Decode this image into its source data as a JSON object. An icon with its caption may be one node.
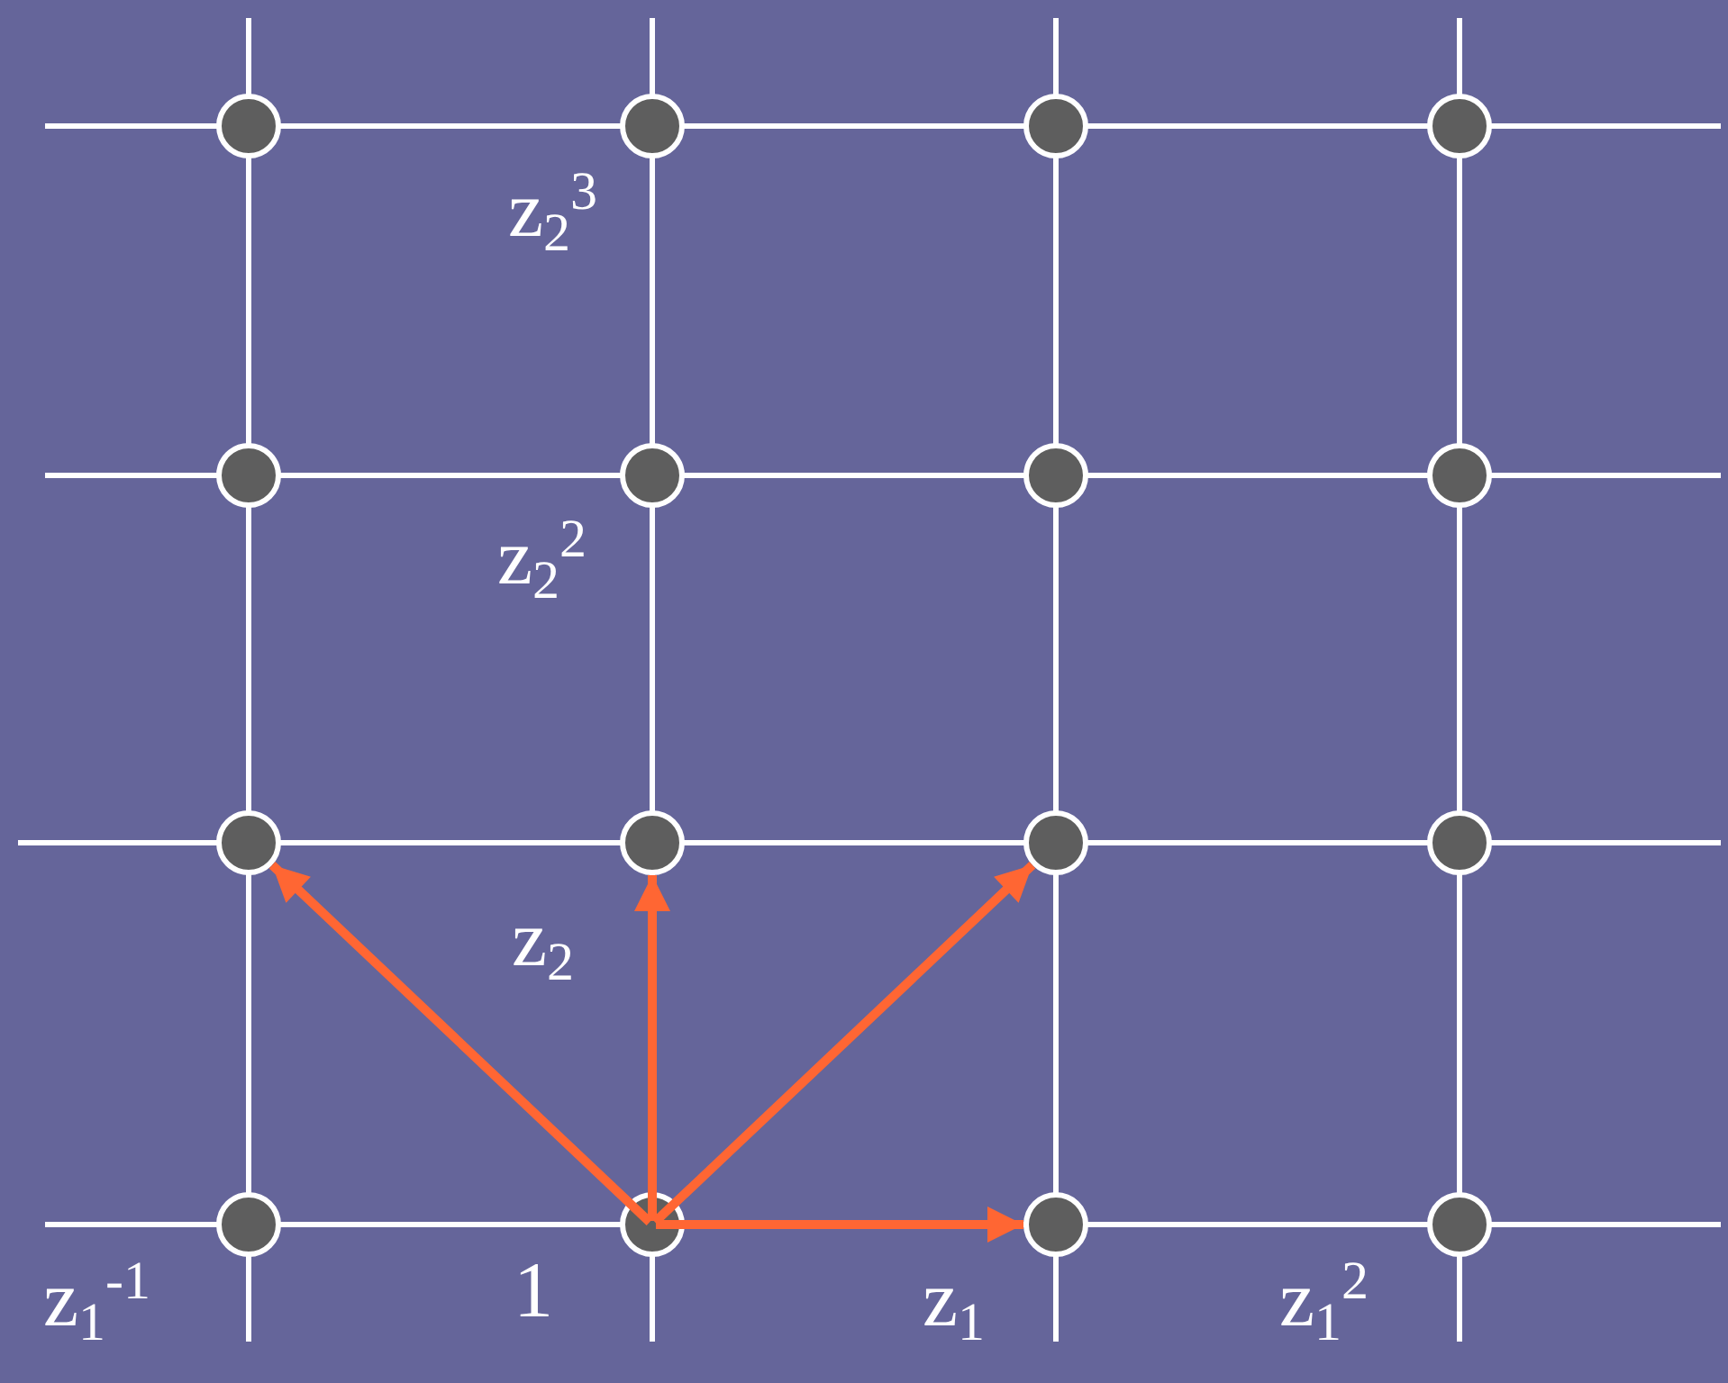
{
  "diagram": {
    "nodes": [
      {
        "text": [],
        "shape": "circle"
      },
      {
        "text": [],
        "shape": "circle"
      },
      {
        "text": [],
        "shape": "circle"
      },
      {
        "text": [],
        "shape": "circle"
      },
      {
        "text": [],
        "shape": "circle"
      },
      {
        "text": [],
        "shape": "circle"
      },
      {
        "text": [],
        "shape": "circle"
      },
      {
        "text": [],
        "shape": "circle"
      },
      {
        "text": [],
        "shape": "circle"
      },
      {
        "text": [],
        "shape": "circle"
      },
      {
        "text": [],
        "shape": "circle"
      },
      {
        "text": [],
        "shape": "circle"
      },
      {
        "text": [],
        "shape": "circle"
      },
      {
        "text": [],
        "shape": "circle"
      },
      {
        "text": [],
        "shape": "circle"
      },
      {
        "text": [],
        "shape": "circle"
      }
    ],
    "edges": [
      {
        "from": 13,
        "to": 8,
        "arrow": "to"
      },
      {
        "from": 13,
        "to": 9,
        "arrow": "to"
      },
      {
        "from": 13,
        "to": 10,
        "arrow": "to"
      },
      {
        "from": 13,
        "to": 14,
        "arrow": "to"
      }
    ],
    "labels": [
      "z$_{2}$$^{3}$",
      "z$_{2}$$^{2}$",
      "z$_{2}$",
      "z$_{1}$$^{-1}$",
      "1",
      "z$_{1}$",
      "z$_{1}$$^{2}$"
    ]
  }
}
